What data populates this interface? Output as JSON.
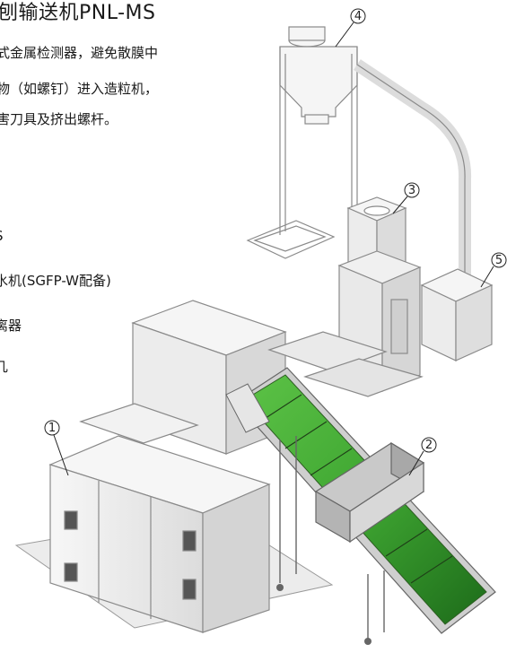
{
  "title": "刨输送机PNL-MS",
  "description": [
    "式金属检测器，避免散膜中",
    "物（如螺钉）进入造粒机，",
    "害刀具及挤出螺杆。"
  ],
  "legend_items": [
    "S",
    "水机(SGFP-W配备)",
    "离器",
    "几"
  ],
  "callouts": [
    "1",
    "2",
    "3",
    "4",
    "5"
  ],
  "colors": {
    "belt_green": "#3fa632",
    "belt_dark": "#1d6b1a",
    "line": "#555555",
    "machine_fill": "#f4f4f4"
  }
}
